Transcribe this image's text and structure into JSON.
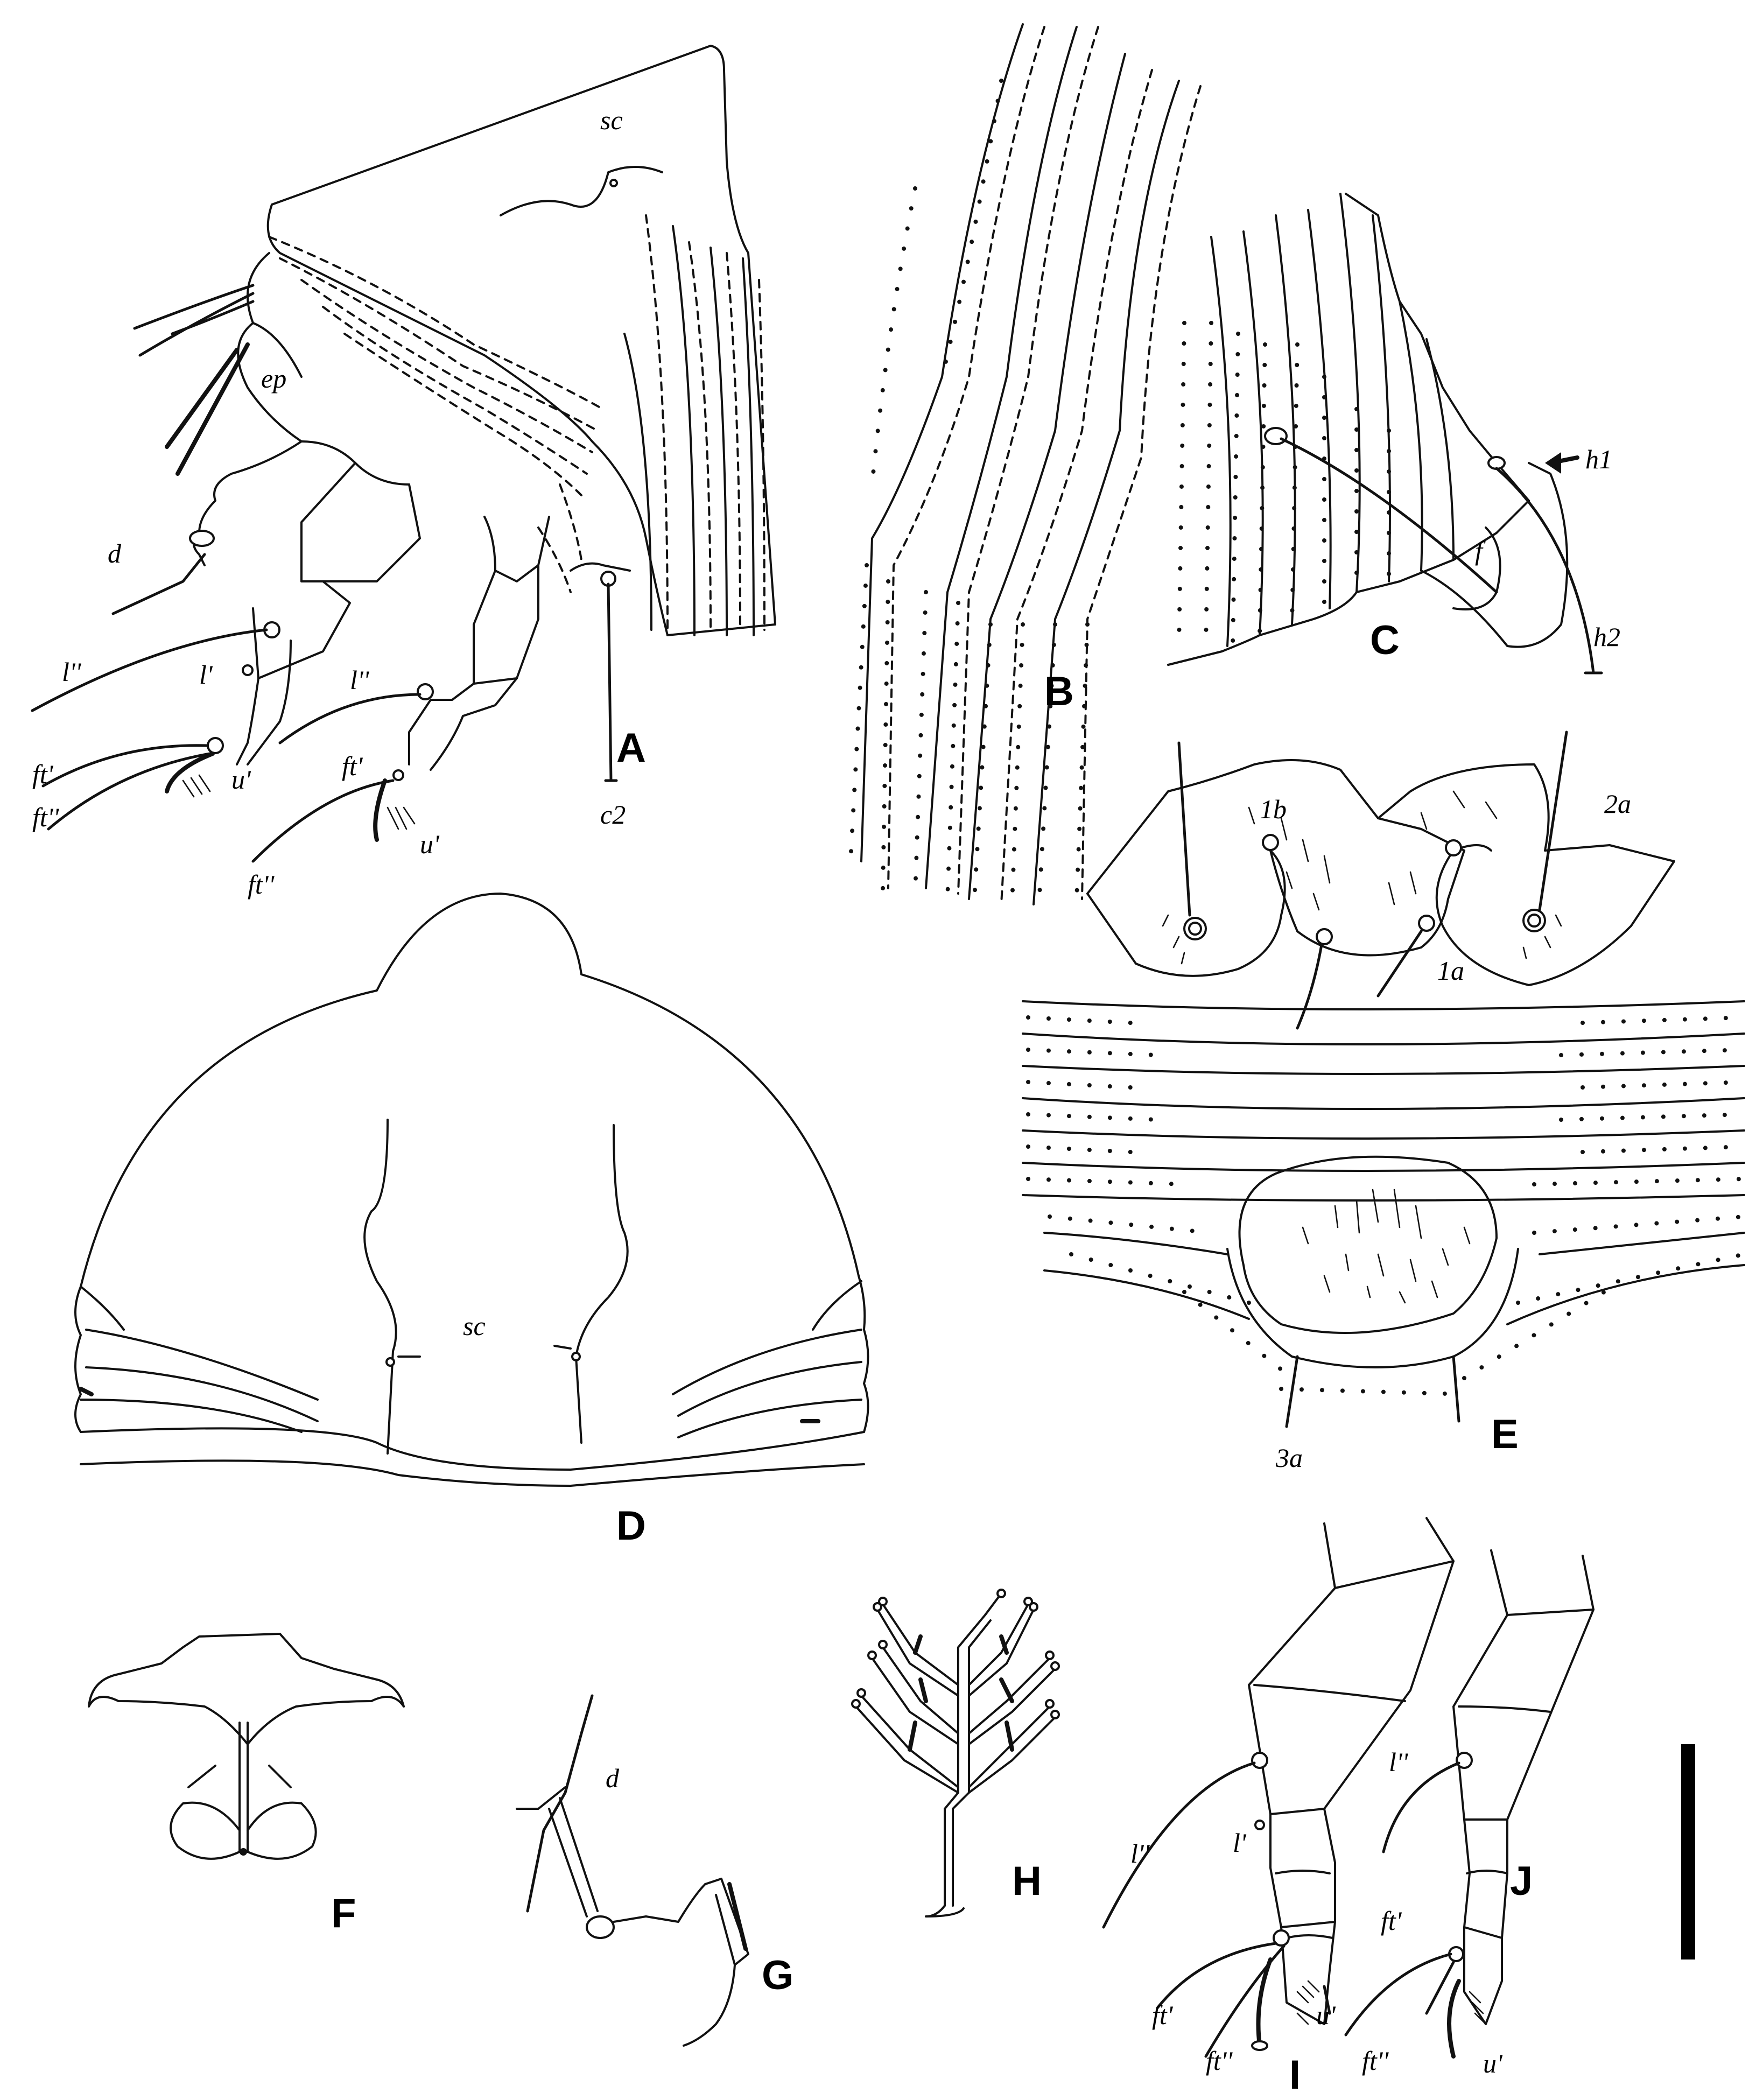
{
  "panels": {
    "A": "A",
    "B": "B",
    "C": "C",
    "D": "D",
    "E": "E",
    "F": "F",
    "G": "G",
    "H": "H",
    "I": "I",
    "J": "J"
  },
  "labels": {
    "A": {
      "sc": "sc",
      "ep": "ep",
      "d": "d",
      "l2a": "l''",
      "l1": "l'",
      "ft1a": "ft'",
      "ft2a": "ft''",
      "u1a": "u'",
      "l2b": "l''",
      "ft1b": "ft'",
      "ft2b": "ft''",
      "u1b": "u'",
      "c2": "c2"
    },
    "C": {
      "h1": "h1",
      "h2": "h2",
      "f": "f"
    },
    "D": {
      "sc": "sc"
    },
    "E": {
      "1b": "1b",
      "2a": "2a",
      "1a": "1a",
      "3a": "3a"
    },
    "G": {
      "d": "d"
    },
    "I": {
      "l2": "l''",
      "l1": "l'",
      "ft1": "ft'",
      "ft2": "ft''",
      "u1": "u'"
    },
    "J": {
      "l2": "l''",
      "ft1": "ft'",
      "ft2": "ft''",
      "u1": "u'"
    }
  },
  "colors": {
    "ink": "#111111",
    "background": "#ffffff"
  }
}
